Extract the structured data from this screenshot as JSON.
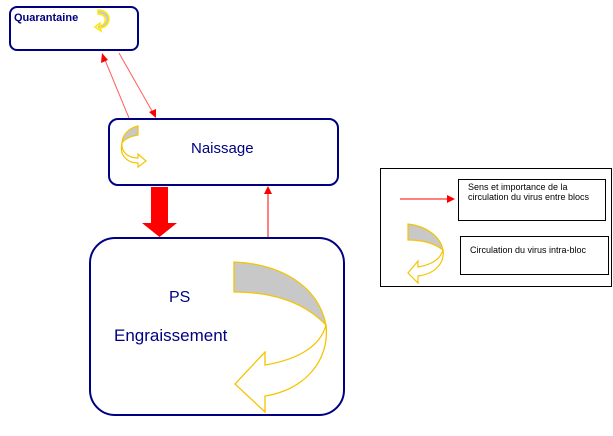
{
  "diagram": {
    "nodes": {
      "quarantaine": {
        "label": "Quarantaine"
      },
      "naissage": {
        "label": "Naissage"
      },
      "engraissement": {
        "line1": "PS",
        "line2": "Engraissement"
      }
    },
    "edges": [
      {
        "from": "naissage",
        "to": "quarantaine",
        "style": "thin"
      },
      {
        "from": "quarantaine",
        "to": "naissage",
        "style": "thin"
      },
      {
        "from": "naissage",
        "to": "engraissement",
        "style": "thick"
      },
      {
        "from": "engraissement",
        "to": "naissage",
        "style": "thin"
      }
    ],
    "legend": {
      "items": [
        {
          "symbol": "red-arrow",
          "text": "Sens et importance de la circulation du virus entre blocs"
        },
        {
          "symbol": "curved-arrow",
          "text": "Circulation du virus intra-bloc"
        }
      ]
    },
    "colors": {
      "box_border": "#000080",
      "text": "#000080",
      "flow_arrow": "#ff0000",
      "loop_outline": "#f5c400",
      "loop_fill": "#c8c8c8"
    }
  }
}
